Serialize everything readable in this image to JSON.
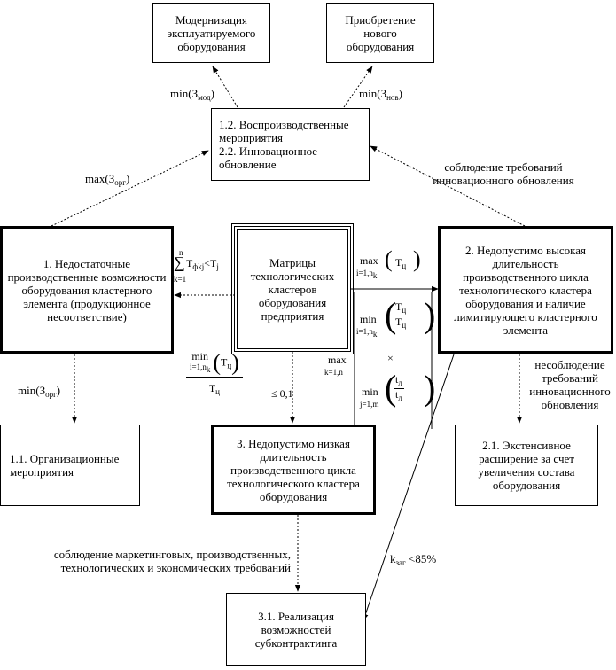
{
  "boxes": {
    "modernization": "Модернизация эксплуатируемого оборудования",
    "acquisition": "Приобретение нового оборудования",
    "reproduction": "1.2. Воспроизводственные мероприятия\n2.2. Инновационное обновление",
    "insufficient": "1. Недостаточные производственные возможности оборудования кластерного элемента (продукционное несоответствие)",
    "matrices": "Матрицы технологических кластеров оборудования предприятия",
    "too_high": "2. Недопустимо высокая длительность производственного цикла технологического кластера оборудования и наличие лимитирующего кластерного элемента",
    "organizational": "1.1. Организационные мероприятия",
    "too_low": "3. Недопустимо низкая длительность производственного цикла технологического кластера оборудования",
    "extensive": "2.1. Экстенсивное расширение за счет увеличения состава оборудования",
    "subcontracting": "3.1. Реализация возможностей субконтрактинга"
  },
  "labels": {
    "min_mod": "min",
    "min_mod_var": "З",
    "min_mod_sub": "мод",
    "min_new": "min",
    "min_new_var": "З",
    "min_new_sub": "нов",
    "max_org": "max",
    "max_org_var": "З",
    "max_org_sub": "орг",
    "min_org": "min",
    "min_org_var": "З",
    "min_org_sub": "орг",
    "innov_compliance": "соблюдение требований инновационного обновления",
    "innov_noncompliance": "несоблюдение требований инновационного обновления",
    "marketing": "соблюдение маркетинговых, производственных, технологических и экономических требований",
    "kzag": "k",
    "kzag_sub": "заг",
    "kzag_cond": " <85%"
  },
  "math": {
    "sum_top": "n",
    "sum_sym": "∑",
    "sum_bottom": "k=1",
    "sum_T": "T",
    "sum_T_sub": "ф",
    "sum_T_sub2": "kj",
    "sum_lt": "<T",
    "sum_Tj_sub": "j",
    "max1_op": "max",
    "max1_range": "i=1,n",
    "max1_range_sub": "k",
    "max1_T": "T",
    "max1_T_sub": "ц",
    "min2_op": "min",
    "min2_range": "i=1,n",
    "min2_range_sub": "k",
    "min2_num": "T",
    "min2_num_sub": "ц",
    "min2_den": "T",
    "min2_den_sub": "ц",
    "maxk_op": "max",
    "maxk_range": "k=1,n",
    "times": "×",
    "min3_op": "min",
    "min3_range": "j=1,m",
    "min3_num": "t",
    "min3_num_sub": "л",
    "min3_den": "t",
    "min3_den_sub": "л",
    "low_op": "min",
    "low_range": "i=1,n",
    "low_range_sub": "k",
    "low_num": "T",
    "low_num_sub": "ц",
    "low_den": "T",
    "low_den_sub": "ц",
    "low_cond": "≤ 0,1"
  }
}
